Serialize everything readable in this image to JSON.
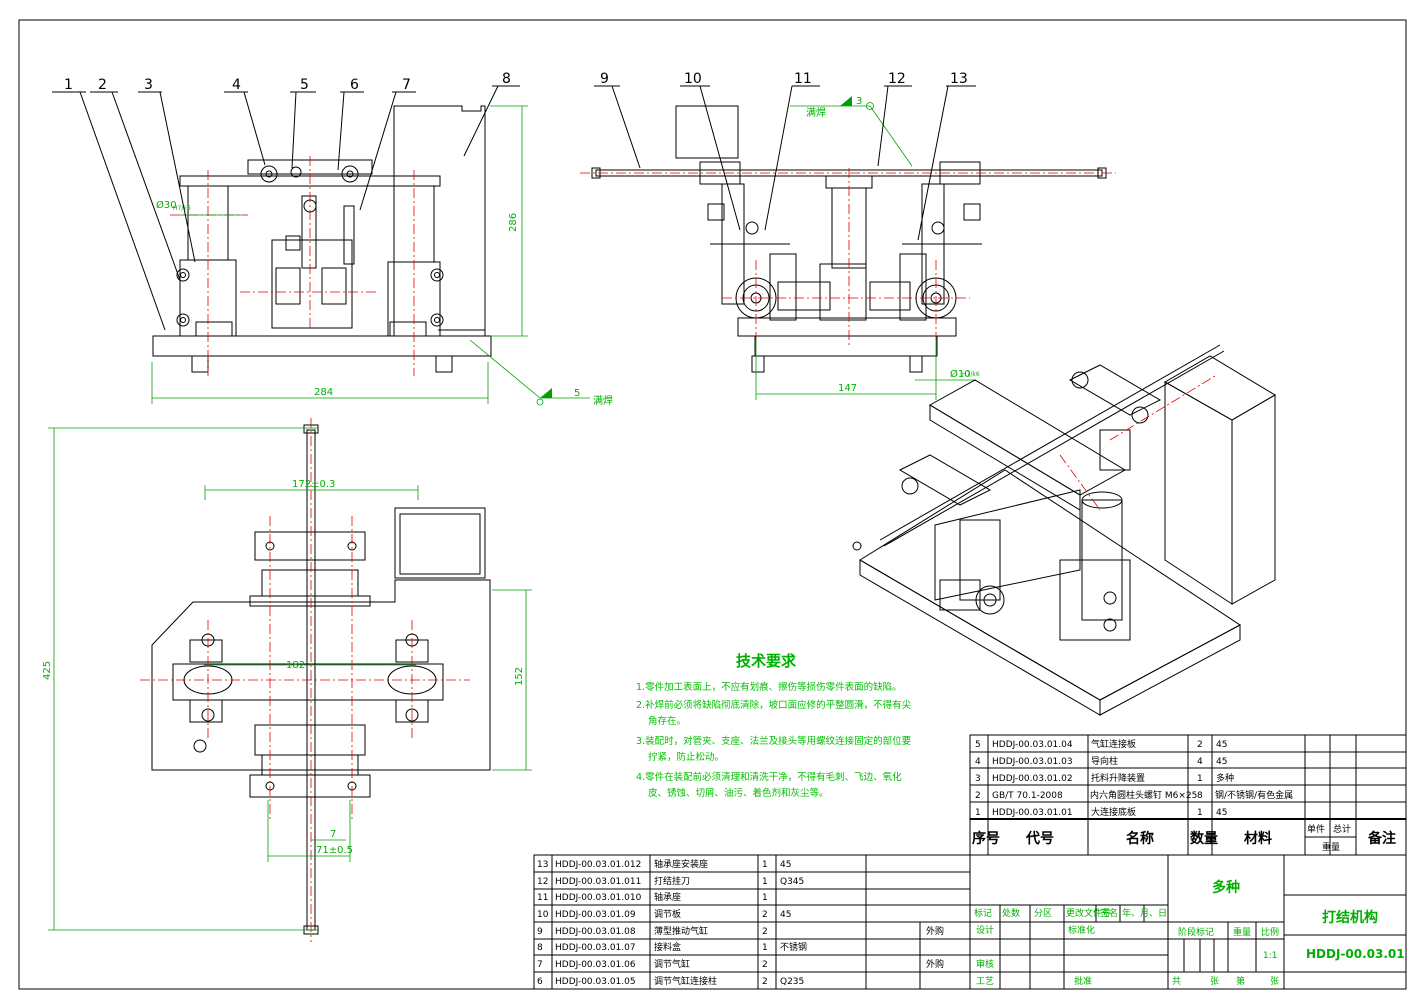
{
  "balloons": [
    "1",
    "2",
    "3",
    "4",
    "5",
    "6",
    "7",
    "8",
    "9",
    "10",
    "11",
    "12",
    "13"
  ],
  "dims": {
    "d30": "Ø30",
    "d30_tol": "H7/k6",
    "h286": "286",
    "w284": "284",
    "w147": "147",
    "d10": "Ø10",
    "d10_tol": "H7/k6",
    "w172": "172±0.3",
    "w182": "182",
    "h425": "425",
    "h152": "152",
    "w7": "7",
    "w71": "71±0.5"
  },
  "welds": [
    {
      "label": "满焊",
      "size": "3"
    },
    {
      "label": "满焊",
      "size": "5"
    }
  ],
  "tech": {
    "title": "技术要求",
    "items": [
      [
        "1.零件加工表面上，不应有划痕、擦伤等损伤零件表面的缺陷。"
      ],
      [
        "2.补焊前必须将缺陷彻底清除，坡口面应修的平整圆滑，不得有尖",
        "角存在。"
      ],
      [
        "3.装配时，对管夹、支座、法兰及接头等用螺纹连接固定的部位要",
        "拧紧，防止松动。"
      ],
      [
        "4.零件在装配前必须清理和清洗干净，不得有毛刺、飞边、氧化",
        "皮、锈蚀、切屑、油污、着色剂和灰尘等。"
      ]
    ]
  },
  "bom_upper": [
    {
      "no": "5",
      "code": "HDDJ-00.03.01.04",
      "name": "气缸连接板",
      "qty": "2",
      "mat": "45"
    },
    {
      "no": "4",
      "code": "HDDJ-00.03.01.03",
      "name": "导向柱",
      "qty": "4",
      "mat": "45"
    },
    {
      "no": "3",
      "code": "HDDJ-00.03.01.02",
      "name": "托料升降装置",
      "qty": "1",
      "mat": "多种"
    },
    {
      "no": "2",
      "code": "GB/T 70.1-2008",
      "name": "内六角圆柱头螺钉 M6×25",
      "qty": "8",
      "mat": "钢/不锈钢/有色金属"
    },
    {
      "no": "1",
      "code": "HDDJ-00.03.01.01",
      "name": "大连接底板",
      "qty": "1",
      "mat": "45"
    }
  ],
  "bom_header": {
    "no": "序号",
    "code": "代号",
    "name": "名称",
    "qty": "数量",
    "mat": "材料",
    "unit": "单件",
    "total": "总计",
    "weight": "重量",
    "remark": "备注"
  },
  "bom_lower": [
    {
      "no": "13",
      "code": "HDDJ-00.03.01.012",
      "name": "轴承座安装座",
      "qty": "1",
      "mat": "45",
      "extra": ""
    },
    {
      "no": "12",
      "code": "HDDJ-00.03.01.011",
      "name": "打结挂刀",
      "qty": "1",
      "mat": "Q345",
      "extra": ""
    },
    {
      "no": "11",
      "code": "HDDJ-00.03.01.010",
      "name": "轴承座",
      "qty": "1",
      "mat": "",
      "extra": ""
    },
    {
      "no": "10",
      "code": "HDDJ-00.03.01.09",
      "name": "调节板",
      "qty": "2",
      "mat": "45",
      "extra": ""
    },
    {
      "no": "9",
      "code": "HDDJ-00.03.01.08",
      "name": "薄型推动气缸",
      "qty": "2",
      "mat": "",
      "extra": "外购"
    },
    {
      "no": "8",
      "code": "HDDJ-00.03.01.07",
      "name": "接料盒",
      "qty": "1",
      "mat": "不锈钢",
      "extra": ""
    },
    {
      "no": "7",
      "code": "HDDJ-00.03.01.06",
      "name": "调节气缸",
      "qty": "2",
      "mat": "",
      "extra": "外购"
    },
    {
      "no": "6",
      "code": "HDDJ-00.03.01.05",
      "name": "调节气缸连接柱",
      "qty": "2",
      "mat": "Q235",
      "extra": ""
    }
  ],
  "title_block": {
    "material": "多种",
    "drawing_name": "打结机构",
    "drawing_no": "HDDJ-00.03.01",
    "scale": "1:1",
    "row_labels": [
      "标记",
      "处数",
      "分区",
      "更改文件号",
      "签名",
      "年、月、日"
    ],
    "design": "设计",
    "standard": "标准化",
    "review": "审核",
    "process": "工艺",
    "approve": "批准",
    "stage": "阶段标记",
    "weight": "重量",
    "ratio": "比例",
    "total": "共",
    "sheets": "张",
    "no": "第",
    "sheet": "张"
  },
  "colors": {
    "outline": "#000000",
    "center": "#e00000",
    "dimension": "#00a000",
    "annotation": "#00b000"
  }
}
